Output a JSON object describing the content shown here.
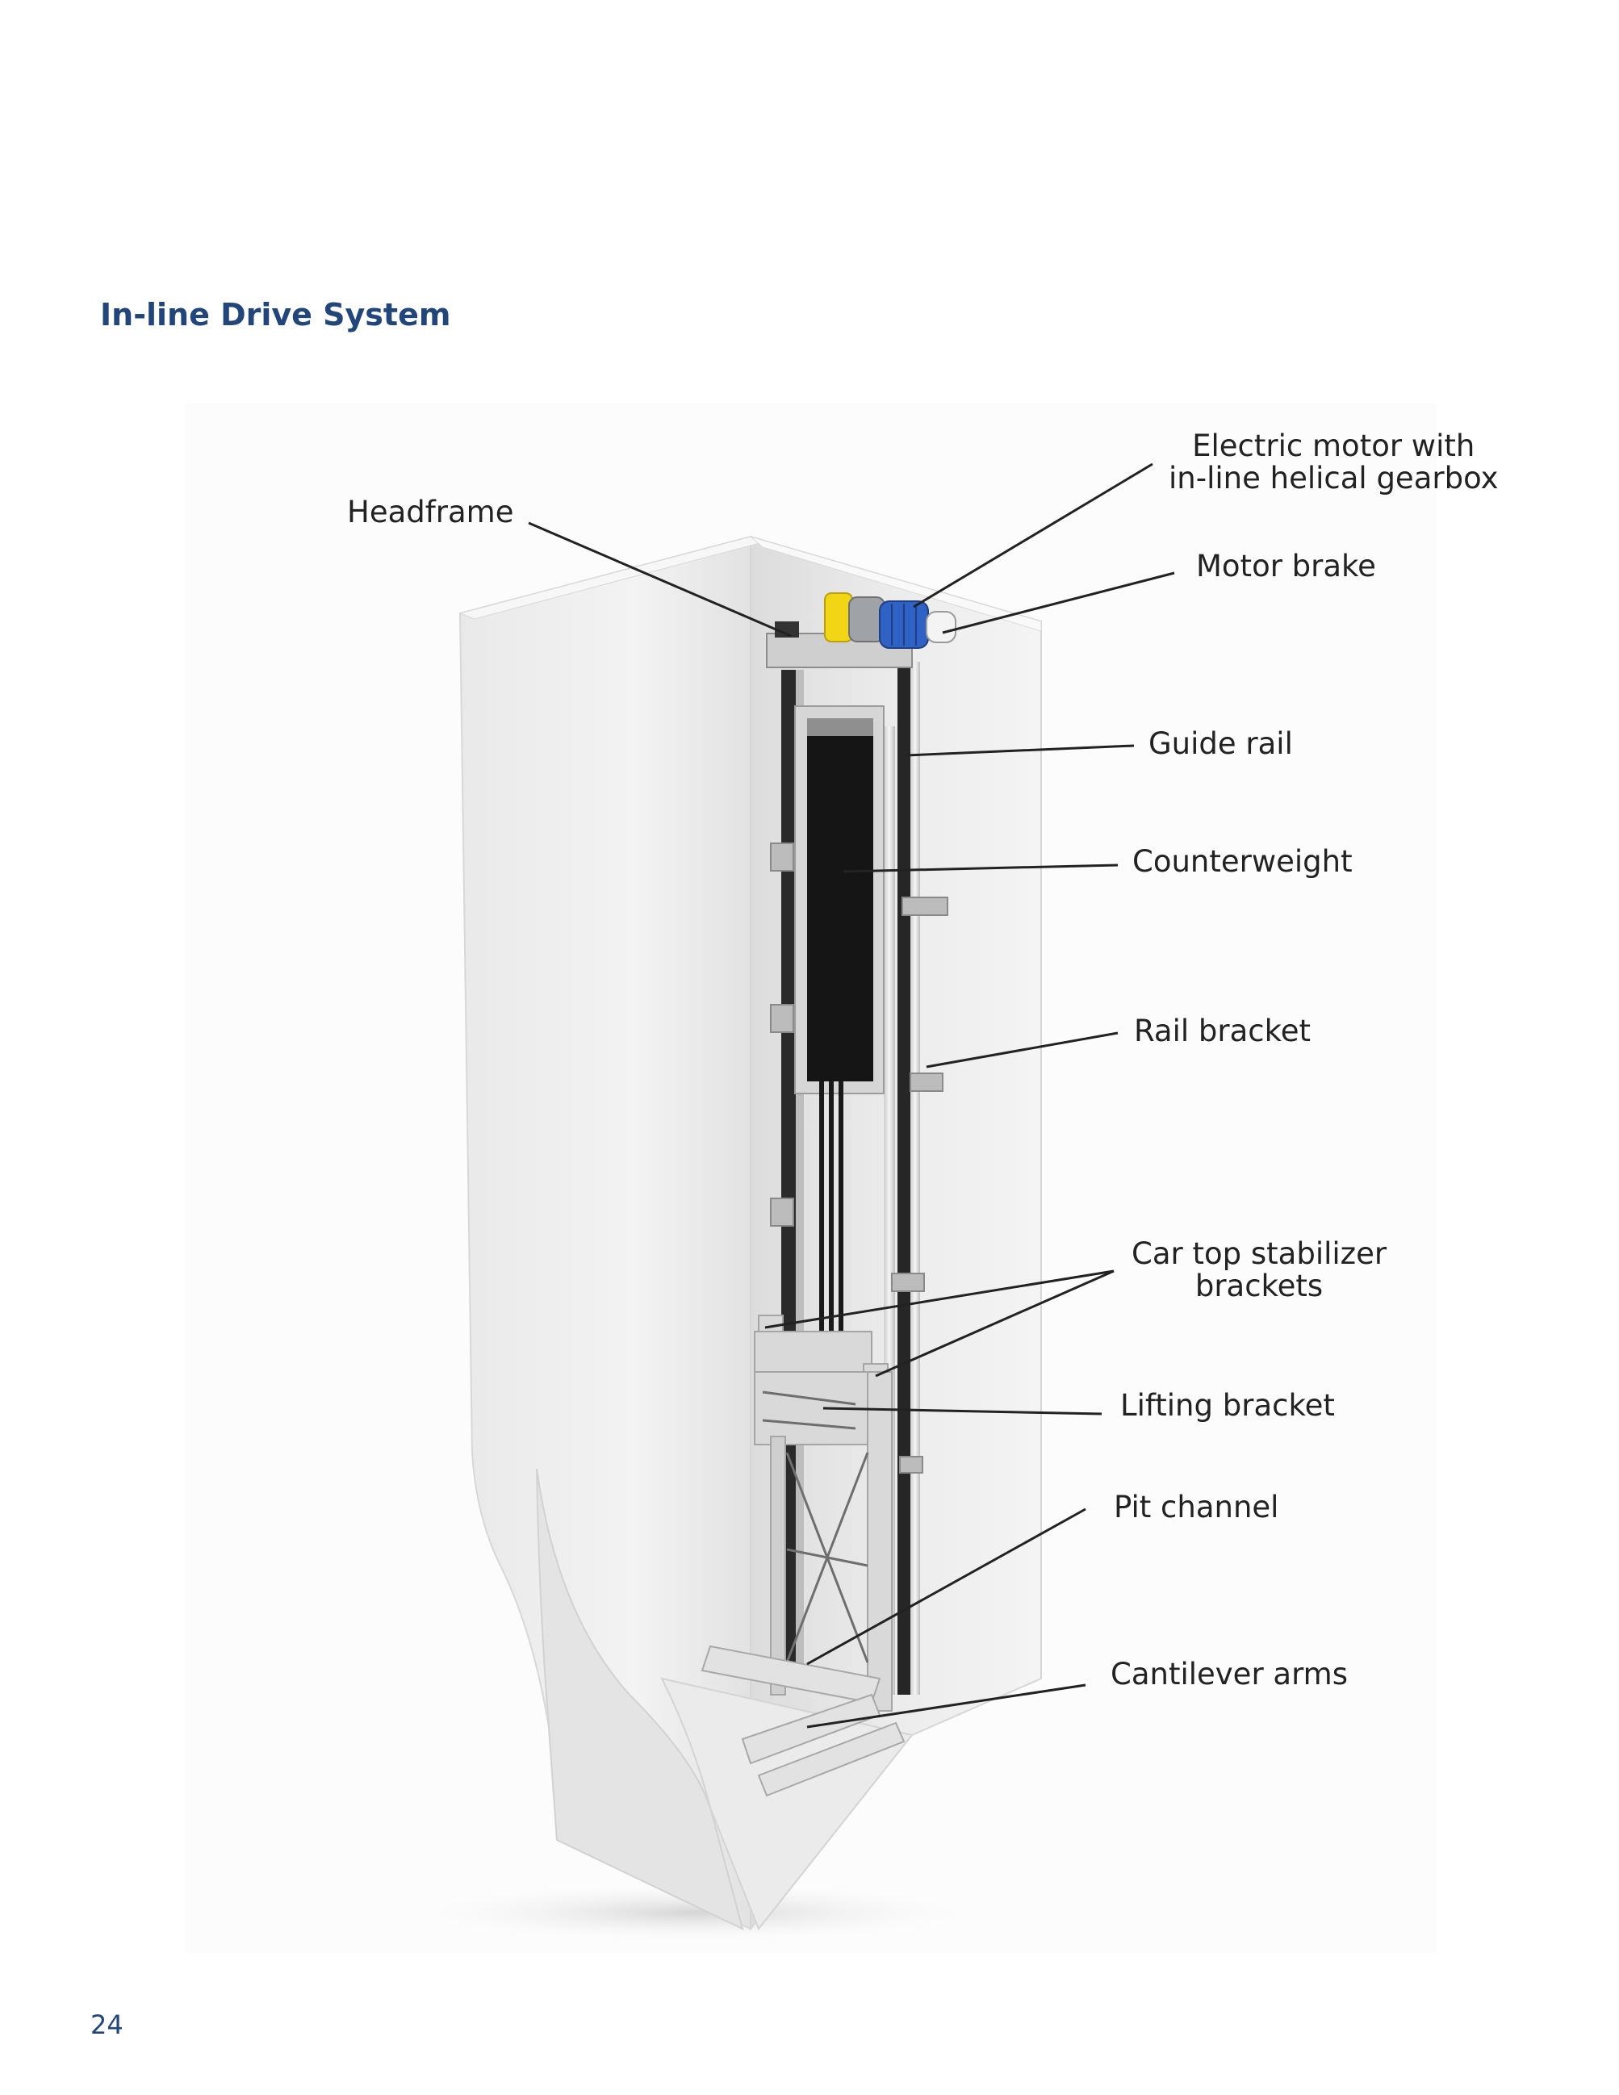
{
  "section_title": "In-line Drive System",
  "page_number": "24",
  "callouts": {
    "motor": [
      "Electric motor with",
      "in-line helical gearbox"
    ],
    "headframe": "Headframe",
    "motor_brake": "Motor brake",
    "guide_rail": "Guide rail",
    "counterweight": "Counterweight",
    "rail_bracket": "Rail bracket",
    "stabilizer": [
      "Car top stabilizer",
      "brackets"
    ],
    "lifting_bracket": "Lifting bracket",
    "pit_channel": "Pit channel",
    "cantilever_arms": "Cantilever arms"
  },
  "colors": {
    "title": "#23467a",
    "motor_yellow": "#f2d515",
    "motor_blue": "#2f62c4",
    "counterweight": "#151515",
    "shaft_wall": "#ededed"
  }
}
